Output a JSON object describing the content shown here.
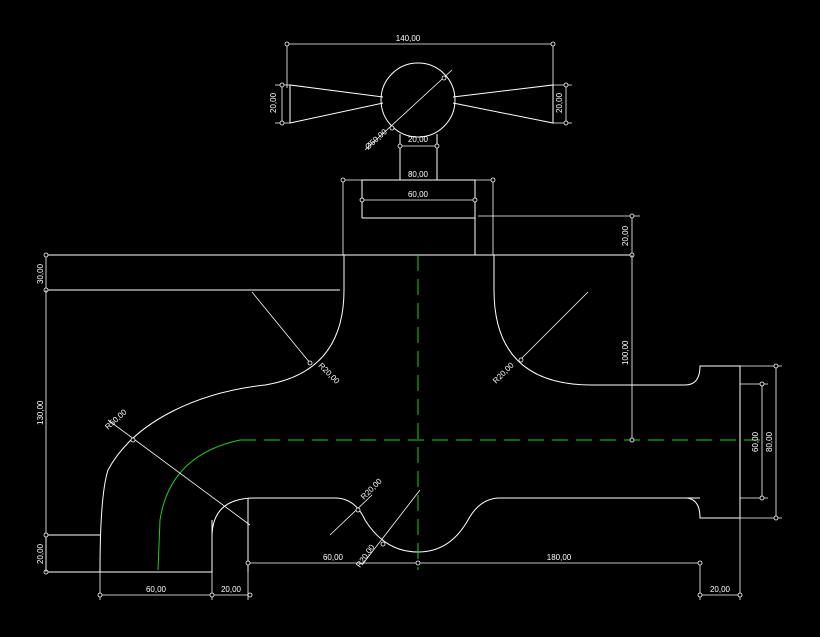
{
  "drawing": {
    "background": "#000000",
    "line_color": "#ffffff",
    "centerline_color": "#22cc22"
  },
  "dimensions": {
    "top_width": "140,00",
    "handle_left_h": "20,00",
    "handle_right_h": "20,00",
    "knob_dia": "Ø50,00",
    "stem_w": "20,00",
    "bonnet_outer_w": "80,00",
    "bonnet_inner_w": "60,00",
    "bonnet_h": "20,00",
    "top_offset": "30,00",
    "body_h": "130,00",
    "left_radius": "R50,00",
    "bottom_left_h": "20,00",
    "inner_left_r": "R20,00",
    "inner_right_r": "R20,00",
    "spout_depth": "100,00",
    "outlet_outer": "80,00",
    "outlet_inner": "60,00",
    "bottom_radius": "R20,00",
    "bottom_radius2": "R20,00",
    "bottom_left_w": "60,00",
    "bottom_gap": "20,00",
    "mid_60": "60,00",
    "length_180": "180,00",
    "right_end": "20,00"
  }
}
